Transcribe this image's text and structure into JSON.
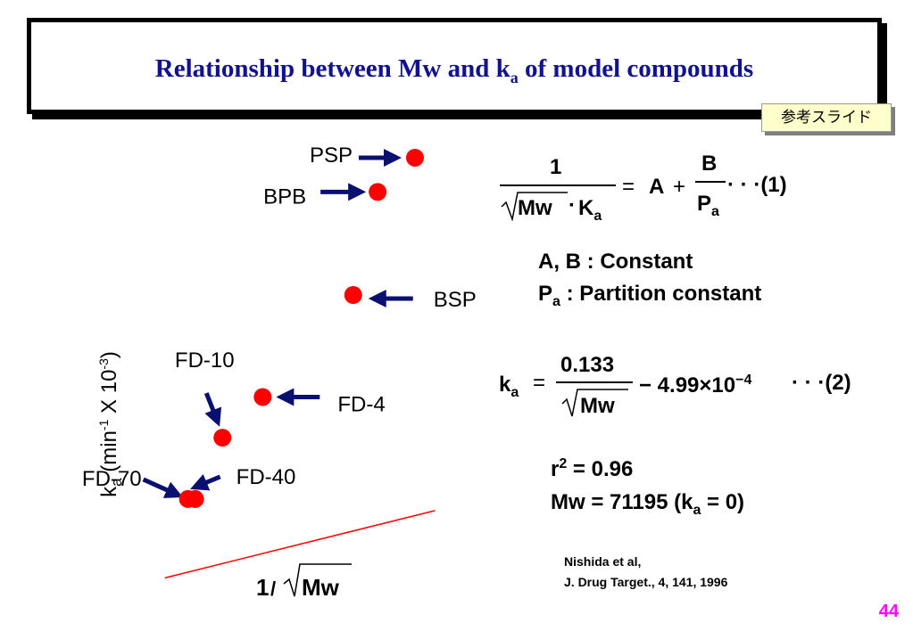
{
  "title": {
    "prefix": "Relationship between Mw and k",
    "sub": "a",
    "suffix": " of model compounds"
  },
  "reference_tag": "参考スライド",
  "chart_data": {
    "type": "scatter",
    "xlabel": {
      "num": "1",
      "slash": "/",
      "root": "Mw"
    },
    "ylabel": {
      "k": "k",
      "k_sub": "a",
      "rest1": " (min",
      "exp1": "-1",
      "rest2": " X 10",
      "exp2": "-3",
      "rest3": ")"
    },
    "points": [
      {
        "label": "PSP",
        "x": 0.00359,
        "y": 1.308
      },
      {
        "label": "BPB",
        "x": 0.00333,
        "y": 1.181
      },
      {
        "label": "BSP",
        "x": 0.00316,
        "y": 0.798
      },
      {
        "label": "FD-4",
        "x": 0.00253,
        "y": 0.419
      },
      {
        "label": "FD-10",
        "x": 0.00225,
        "y": 0.268
      },
      {
        "label": "FD-40",
        "x": 0.00206,
        "y": 0.04
      },
      {
        "label": "FD-70",
        "x": 0.00201,
        "y": 0.04
      }
    ],
    "fit_line": {
      "x": [
        0.00185,
        0.00373
      ],
      "slope": 0.133,
      "intercept": -0.499,
      "color": "#ff0000"
    },
    "point_color": "#ff0000",
    "arrow_color": "#0a1070",
    "grid": false
  },
  "equation1": {
    "num": "1",
    "root": "Mw",
    "dot": "·",
    "k": "K",
    "k_sub": "a",
    "eq": "=",
    "a": "A",
    "plus": "+",
    "b": "B",
    "p": "P",
    "p_sub": "a",
    "tail": "· · ·(1)"
  },
  "definitions": {
    "line1": "A, B : Constant",
    "line2_p": "P",
    "line2_sub": "a",
    "line2_rest": " : Partition constant"
  },
  "equation2": {
    "k": "k",
    "k_sub": "a",
    "eq": "=",
    "num": "0.133",
    "root": "Mw",
    "rest": "− 4.99×10",
    "exp": "−4",
    "tail": "· · ·(2)"
  },
  "stats": {
    "r": "r",
    "r_exp": "2",
    "r_val": " = 0.96",
    "mw_pre": "Mw = 71195 (k",
    "mw_sub": "a",
    "mw_post": " = 0)"
  },
  "citation": {
    "line1": "Nishida et al,",
    "line2": "J. Drug Target., 4, 141, 1996"
  },
  "page_number": "44"
}
